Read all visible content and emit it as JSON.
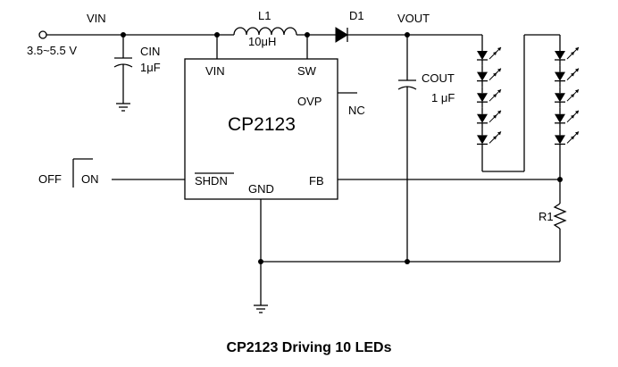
{
  "labels": {
    "vin_node": "VIN",
    "input_range": "3.5~5.5 V",
    "cin_name": "CIN",
    "cin_value": "1μF",
    "inductor_name": "L1",
    "inductor_value": "10μH",
    "diode_name": "D1",
    "vout_node": "VOUT",
    "cout_name": "COUT",
    "cout_value": "1 μF",
    "resistor_name": "R1",
    "chip_name": "CP2123",
    "pin_vin": "VIN",
    "pin_sw": "SW",
    "pin_ovp": "OVP",
    "nc": "NC",
    "pin_shdn": "SHDN",
    "pin_gnd": "GND",
    "pin_fb": "FB",
    "switch_off": "OFF",
    "switch_on": "ON"
  },
  "caption": "CP2123 Driving 10 LEDs"
}
